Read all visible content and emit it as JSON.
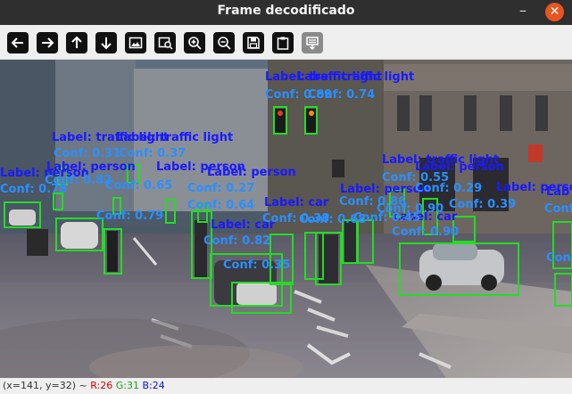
{
  "window": {
    "title": "Frame decodificado",
    "minimize_glyph": "–",
    "close_glyph": "✕"
  },
  "toolbar": [
    {
      "name": "pan-left",
      "icon": "arrow-left-icon"
    },
    {
      "name": "pan-right",
      "icon": "arrow-right-icon"
    },
    {
      "name": "pan-up",
      "icon": "arrow-up-icon"
    },
    {
      "name": "pan-down",
      "icon": "arrow-down-icon"
    },
    {
      "name": "zoom-fit",
      "icon": "image-icon"
    },
    {
      "name": "zoom-area",
      "icon": "image-zoom-icon"
    },
    {
      "name": "zoom-in",
      "icon": "zoom-in-icon"
    },
    {
      "name": "zoom-out",
      "icon": "zoom-out-icon"
    },
    {
      "name": "save",
      "icon": "save-icon"
    },
    {
      "name": "copy",
      "icon": "clipboard-icon"
    },
    {
      "name": "properties",
      "icon": "properties-icon"
    }
  ],
  "overlay": {
    "box_color": "#22dd22",
    "label_color": "#1a1aff",
    "conf_color": "#2a8fff",
    "labels": {
      "l1": "Label: traffic light",
      "l2": "Label: traffic light",
      "l3": "Label: traffic light",
      "l4": "Label: traffic light",
      "l5": "Label: person",
      "l6": "Label: person",
      "l7": "Label: person",
      "l8": "Label: person",
      "l9": "Label: car",
      "l10": "Label: traffic light",
      "l11": "Label: person",
      "l12": "Label: car",
      "l13": "Label: person",
      "l14": "Label: car",
      "l15": "Label: person",
      "l16": "Lab"
    },
    "confs": {
      "c1": "Conf: 0.89",
      "c2": "Conf: 0.74",
      "c3": "Conf: 0.31",
      "c4": "Conf: 0.37",
      "c5": "Conf: 0.78",
      "c6": "Conf: 0.82",
      "c7": "Conf: 0.65",
      "c8": "Conf: 0.27",
      "c9": "Conf: 0.79",
      "c10": "Conf: 0.64",
      "c11": "Conf: 0.35",
      "c12": "Conf: 0.82",
      "c13": "Conf: 0.68",
      "c14": "Conf: 0.55",
      "c15": "Conf: 0.29",
      "c16": "Conf: 0.39",
      "c17": "Conf: 0.90",
      "c18": "Conf: 0.90",
      "c19": "Conf",
      "c20": "Conf: 0.38",
      "c21": "Conf: 0.86",
      "c22": "Conf: 0.45",
      "c23": "Conf"
    }
  },
  "status": {
    "coords": "(x=141, y=32) ~ ",
    "r": "R:26",
    "g": "G:31",
    "b": "B:24"
  }
}
